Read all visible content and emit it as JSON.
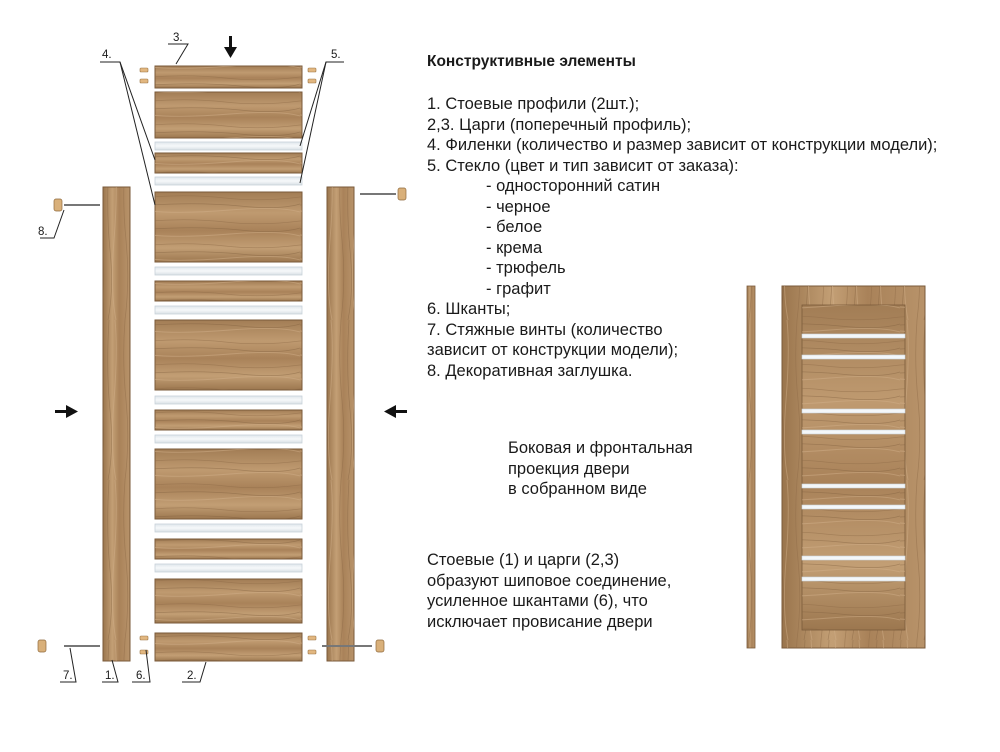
{
  "heading": "Конструктивные элементы",
  "items": [
    {
      "text": "1. Стоевые профили (2шт.);",
      "sub": false
    },
    {
      "text": "2,3. Царги (поперечный профиль);",
      "sub": false
    },
    {
      "text": "4. Филенки (количество и размер зависит от конструкции модели);",
      "sub": false
    },
    {
      "text": "5. Стекло (цвет и тип зависит от заказа):",
      "sub": false
    },
    {
      "text": "- односторонний сатин",
      "sub": true
    },
    {
      "text": "- черное",
      "sub": true
    },
    {
      "text": "- белое",
      "sub": true
    },
    {
      "text": "- крема",
      "sub": true
    },
    {
      "text": "- трюфель",
      "sub": true
    },
    {
      "text": "- графит",
      "sub": true
    },
    {
      "text": "6. Шканты;",
      "sub": false
    },
    {
      "text": "7. Стяжные винты (количество",
      "sub": false
    },
    {
      "text": "зависит от конструкции модели);",
      "sub": false
    },
    {
      "text": "8. Декоративная заглушка.",
      "sub": false
    }
  ],
  "caption": [
    "Боковая и фронтальная",
    "проекция двери",
    "в собранном виде"
  ],
  "note": [
    "Стоевые (1) и царги (2,3)",
    "образуют шиповое соединение,",
    "усиленное шкантами (6), что",
    "исключает провисание двери"
  ],
  "callouts": {
    "c1": "1.",
    "c2": "2.",
    "c3": "3.",
    "c4": "4.",
    "c5": "5.",
    "c6": "6.",
    "c7": "7.",
    "c8": "8."
  },
  "colors": {
    "wood": "#b08a5f",
    "wood_light": "#c7a37a",
    "wood_dark": "#8a6642",
    "glass": "#e9eef2"
  }
}
